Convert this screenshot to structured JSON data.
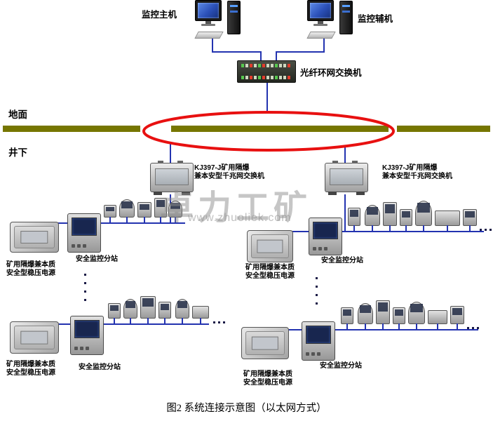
{
  "caption": "图2 系统连接示意图（以太网方式）",
  "watermark": {
    "brand": "卓力工矿",
    "url": "www.zhuoliek.com"
  },
  "zones": {
    "surface": "地面",
    "underground": "井下"
  },
  "hosts": {
    "main": "监控主机",
    "aux": "监控辅机"
  },
  "ring_switch": {
    "label": "光纤环网交换机"
  },
  "mine_switches": [
    {
      "line1": "KJ397-J矿用隔爆",
      "line2": "兼本安型千兆网交换机"
    },
    {
      "line1": "KJ397-J矿用隔爆",
      "line2": "兼本安型千兆网交换机"
    }
  ],
  "groups": [
    {
      "power1": "矿用隔爆兼本质",
      "power2": "安全型稳压电源",
      "substation": "安全监控分站"
    },
    {
      "power1": "矿用隔爆兼本质",
      "power2": "安全型稳压电源",
      "substation": "安全监控分站"
    },
    {
      "power1": "矿用隔爆兼本质",
      "power2": "安全型稳压电源",
      "substation": "安全监控分站"
    },
    {
      "power1": "矿用隔爆兼本质",
      "power2": "安全型稳压电源",
      "substation": "安全监控分站"
    }
  ],
  "colors": {
    "wire": "#2333b0",
    "ring": "#e81010",
    "ground_bar": "#767600"
  }
}
